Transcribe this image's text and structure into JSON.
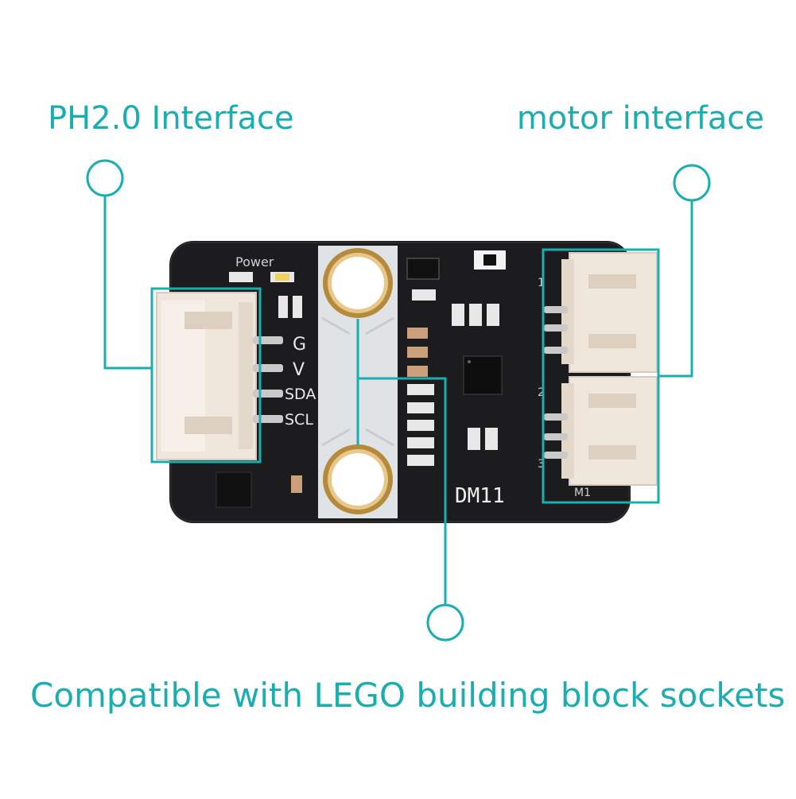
{
  "callouts": {
    "ph_interface": "PH2.0 Interface",
    "motor_interface": "motor interface",
    "lego_compat": "Compatible with LEGO building block sockets"
  },
  "board": {
    "power_label": "Power",
    "pins": [
      "G",
      "V",
      "SDA",
      "SCL"
    ],
    "model": "DM11",
    "motor_port_label": "M1",
    "connector_numbers": [
      "1",
      "2",
      "3"
    ]
  },
  "colors": {
    "accent": "#1aaeb0",
    "pcb": "#1c1c1e",
    "connector": "#efe6dc",
    "silkscreen": "#e8e8e8"
  }
}
